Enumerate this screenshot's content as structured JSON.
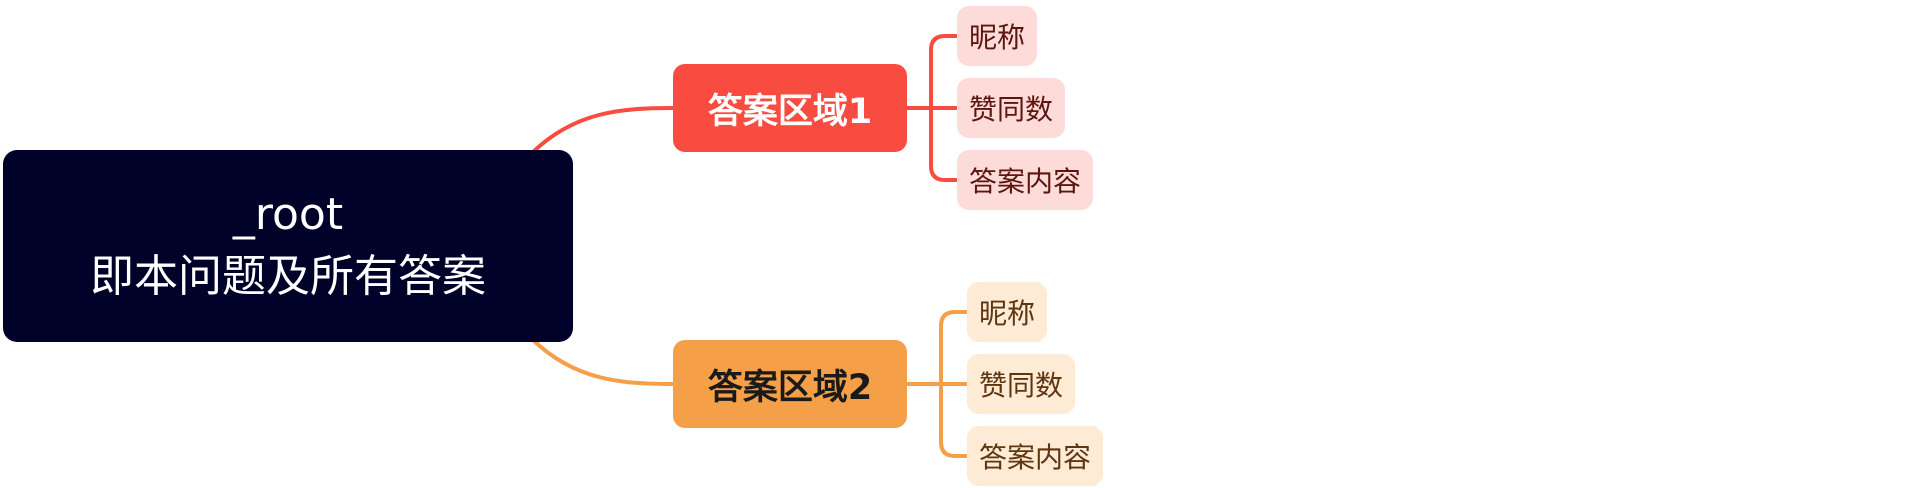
{
  "root": {
    "line1": "_root",
    "line2": "即本问题及所有答案",
    "bg": "#000229",
    "text_color": "#ffffff"
  },
  "branches": [
    {
      "label": "答案区域1",
      "color": "#f84c40",
      "text_color": "#ffffff",
      "leaf_bg": "#fddbd9",
      "leaf_text": "#5c1610",
      "children": [
        "昵称",
        "赞同数",
        "答案内容"
      ]
    },
    {
      "label": "答案区域2",
      "color": "#f5a048",
      "text_color": "#1a1a1a",
      "leaf_bg": "#fdebd6",
      "leaf_text": "#5e3610",
      "children": [
        "昵称",
        "赞同数",
        "答案内容"
      ]
    }
  ]
}
